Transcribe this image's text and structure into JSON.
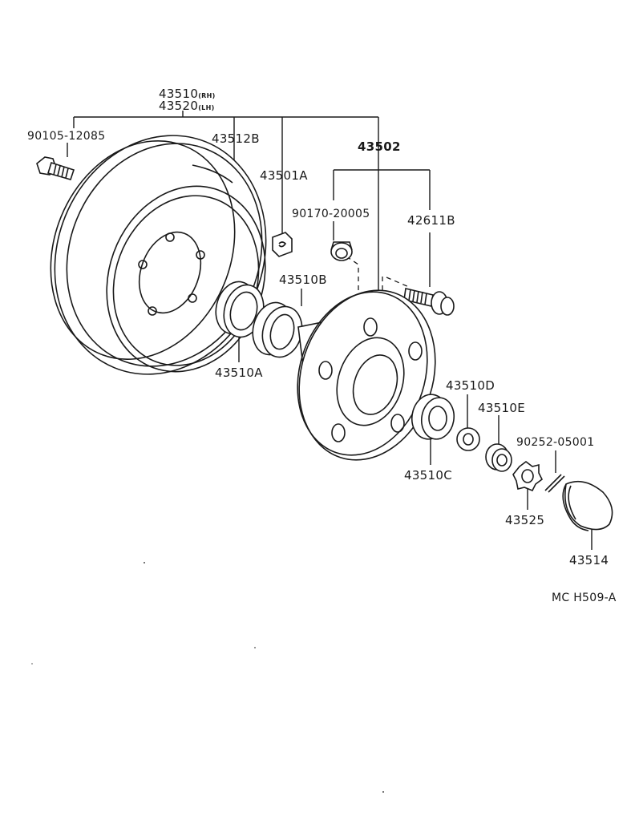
{
  "labels": {
    "assembly_rh": "43510",
    "assembly_rh_suffix": "(RH)",
    "assembly_lh": "43520",
    "assembly_lh_suffix": "(LH)",
    "bolt": "90105-12085",
    "drum": "43512B",
    "clip": "43501A",
    "hub": "43502",
    "nut_90170": "90170-20005",
    "stud": "42611B",
    "bearing_b": "43510B",
    "seal_a": "43510A",
    "washer_d": "43510D",
    "nut_e": "43510E",
    "pin": "90252-05001",
    "bearing_c": "43510C",
    "lock": "43525",
    "cap": "43514"
  },
  "diagram_code": "MC H509-A"
}
